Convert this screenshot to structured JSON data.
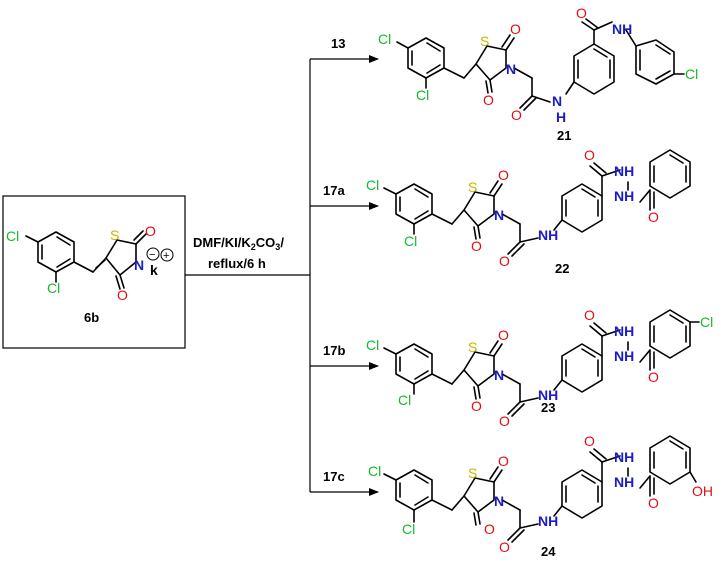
{
  "colors": {
    "chlorine": "#16b82c",
    "sulfur": "#c9b400",
    "nitrogen": "#1b1bc8",
    "oxygen": "#e01010",
    "bond": "#000000"
  },
  "atoms": {
    "cl": "Cl",
    "s": "S",
    "n": "N",
    "nh": "NH",
    "h": "H",
    "o": "O",
    "oh": "OH",
    "k": "k"
  },
  "charges": {
    "minus": "−",
    "plus": "+"
  },
  "reaction": {
    "condition_line1": "DMF/KI/K",
    "condition_sub": "2",
    "condition_mid": "CO",
    "condition_sub2": "3",
    "condition_end": "/",
    "condition_line2": "reflux/6 h"
  },
  "starting_material": {
    "label": "6b"
  },
  "branches": [
    {
      "reagent": "13",
      "product": "21"
    },
    {
      "reagent": "17a",
      "product": "22"
    },
    {
      "reagent": "17b",
      "product": "23"
    },
    {
      "reagent": "17c",
      "product": "24"
    }
  ]
}
